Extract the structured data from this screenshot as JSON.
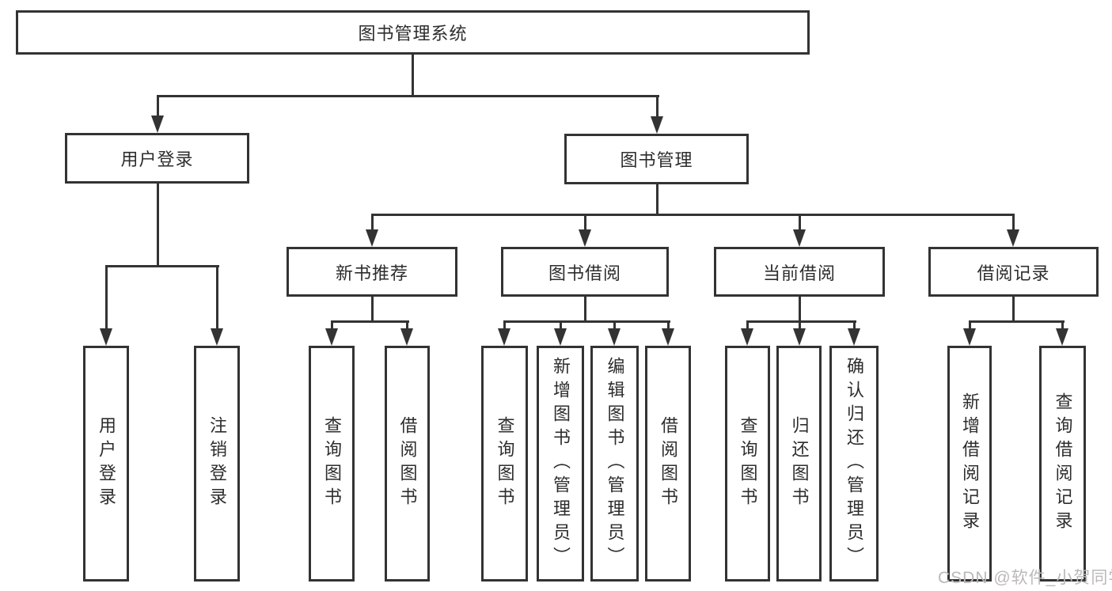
{
  "diagram": {
    "colors": {
      "line": "#333333",
      "text": "#2d2d2d",
      "background": "#ffffff",
      "watermark": "#bcb8ba"
    },
    "tree": {
      "label": "图书管理系统",
      "children": [
        {
          "label": "用户登录",
          "children": [
            {
              "label": "用户登录"
            },
            {
              "label": "注销登录"
            }
          ]
        },
        {
          "label": "图书管理",
          "children": [
            {
              "label": "新书推荐",
              "children": [
                {
                  "label": "查询图书"
                },
                {
                  "label": "借阅图书"
                }
              ]
            },
            {
              "label": "图书借阅",
              "children": [
                {
                  "label": "查询图书"
                },
                {
                  "label": "新增图书（管理员）"
                },
                {
                  "label": "编辑图书（管理员）"
                },
                {
                  "label": "借阅图书"
                }
              ]
            },
            {
              "label": "当前借阅",
              "children": [
                {
                  "label": "查询图书"
                },
                {
                  "label": "归还图书"
                },
                {
                  "label": "确认归还（管理员）"
                }
              ]
            },
            {
              "label": "借阅记录",
              "children": [
                {
                  "label": "新增借阅记录"
                },
                {
                  "label": "查询借阅记录"
                }
              ]
            }
          ]
        }
      ]
    },
    "watermark": "CSDN @软件_小贺同学"
  }
}
